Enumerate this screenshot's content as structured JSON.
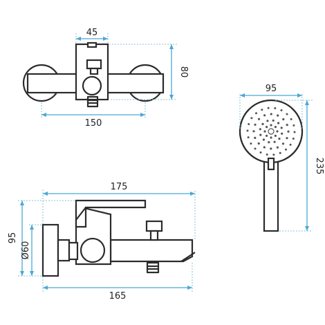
{
  "dimensions": {
    "top_body_width": "45",
    "top_height": "80",
    "top_width": "150",
    "head_diameter": "95",
    "handshower_length": "235",
    "side_length_top": "175",
    "side_height": "95",
    "flange_diameter": "Ø60",
    "side_length_bottom": "165"
  },
  "colors": {
    "outline": "#2b2b2b",
    "dimension": "#4aa8d4",
    "extension": "#7fc3dc"
  }
}
